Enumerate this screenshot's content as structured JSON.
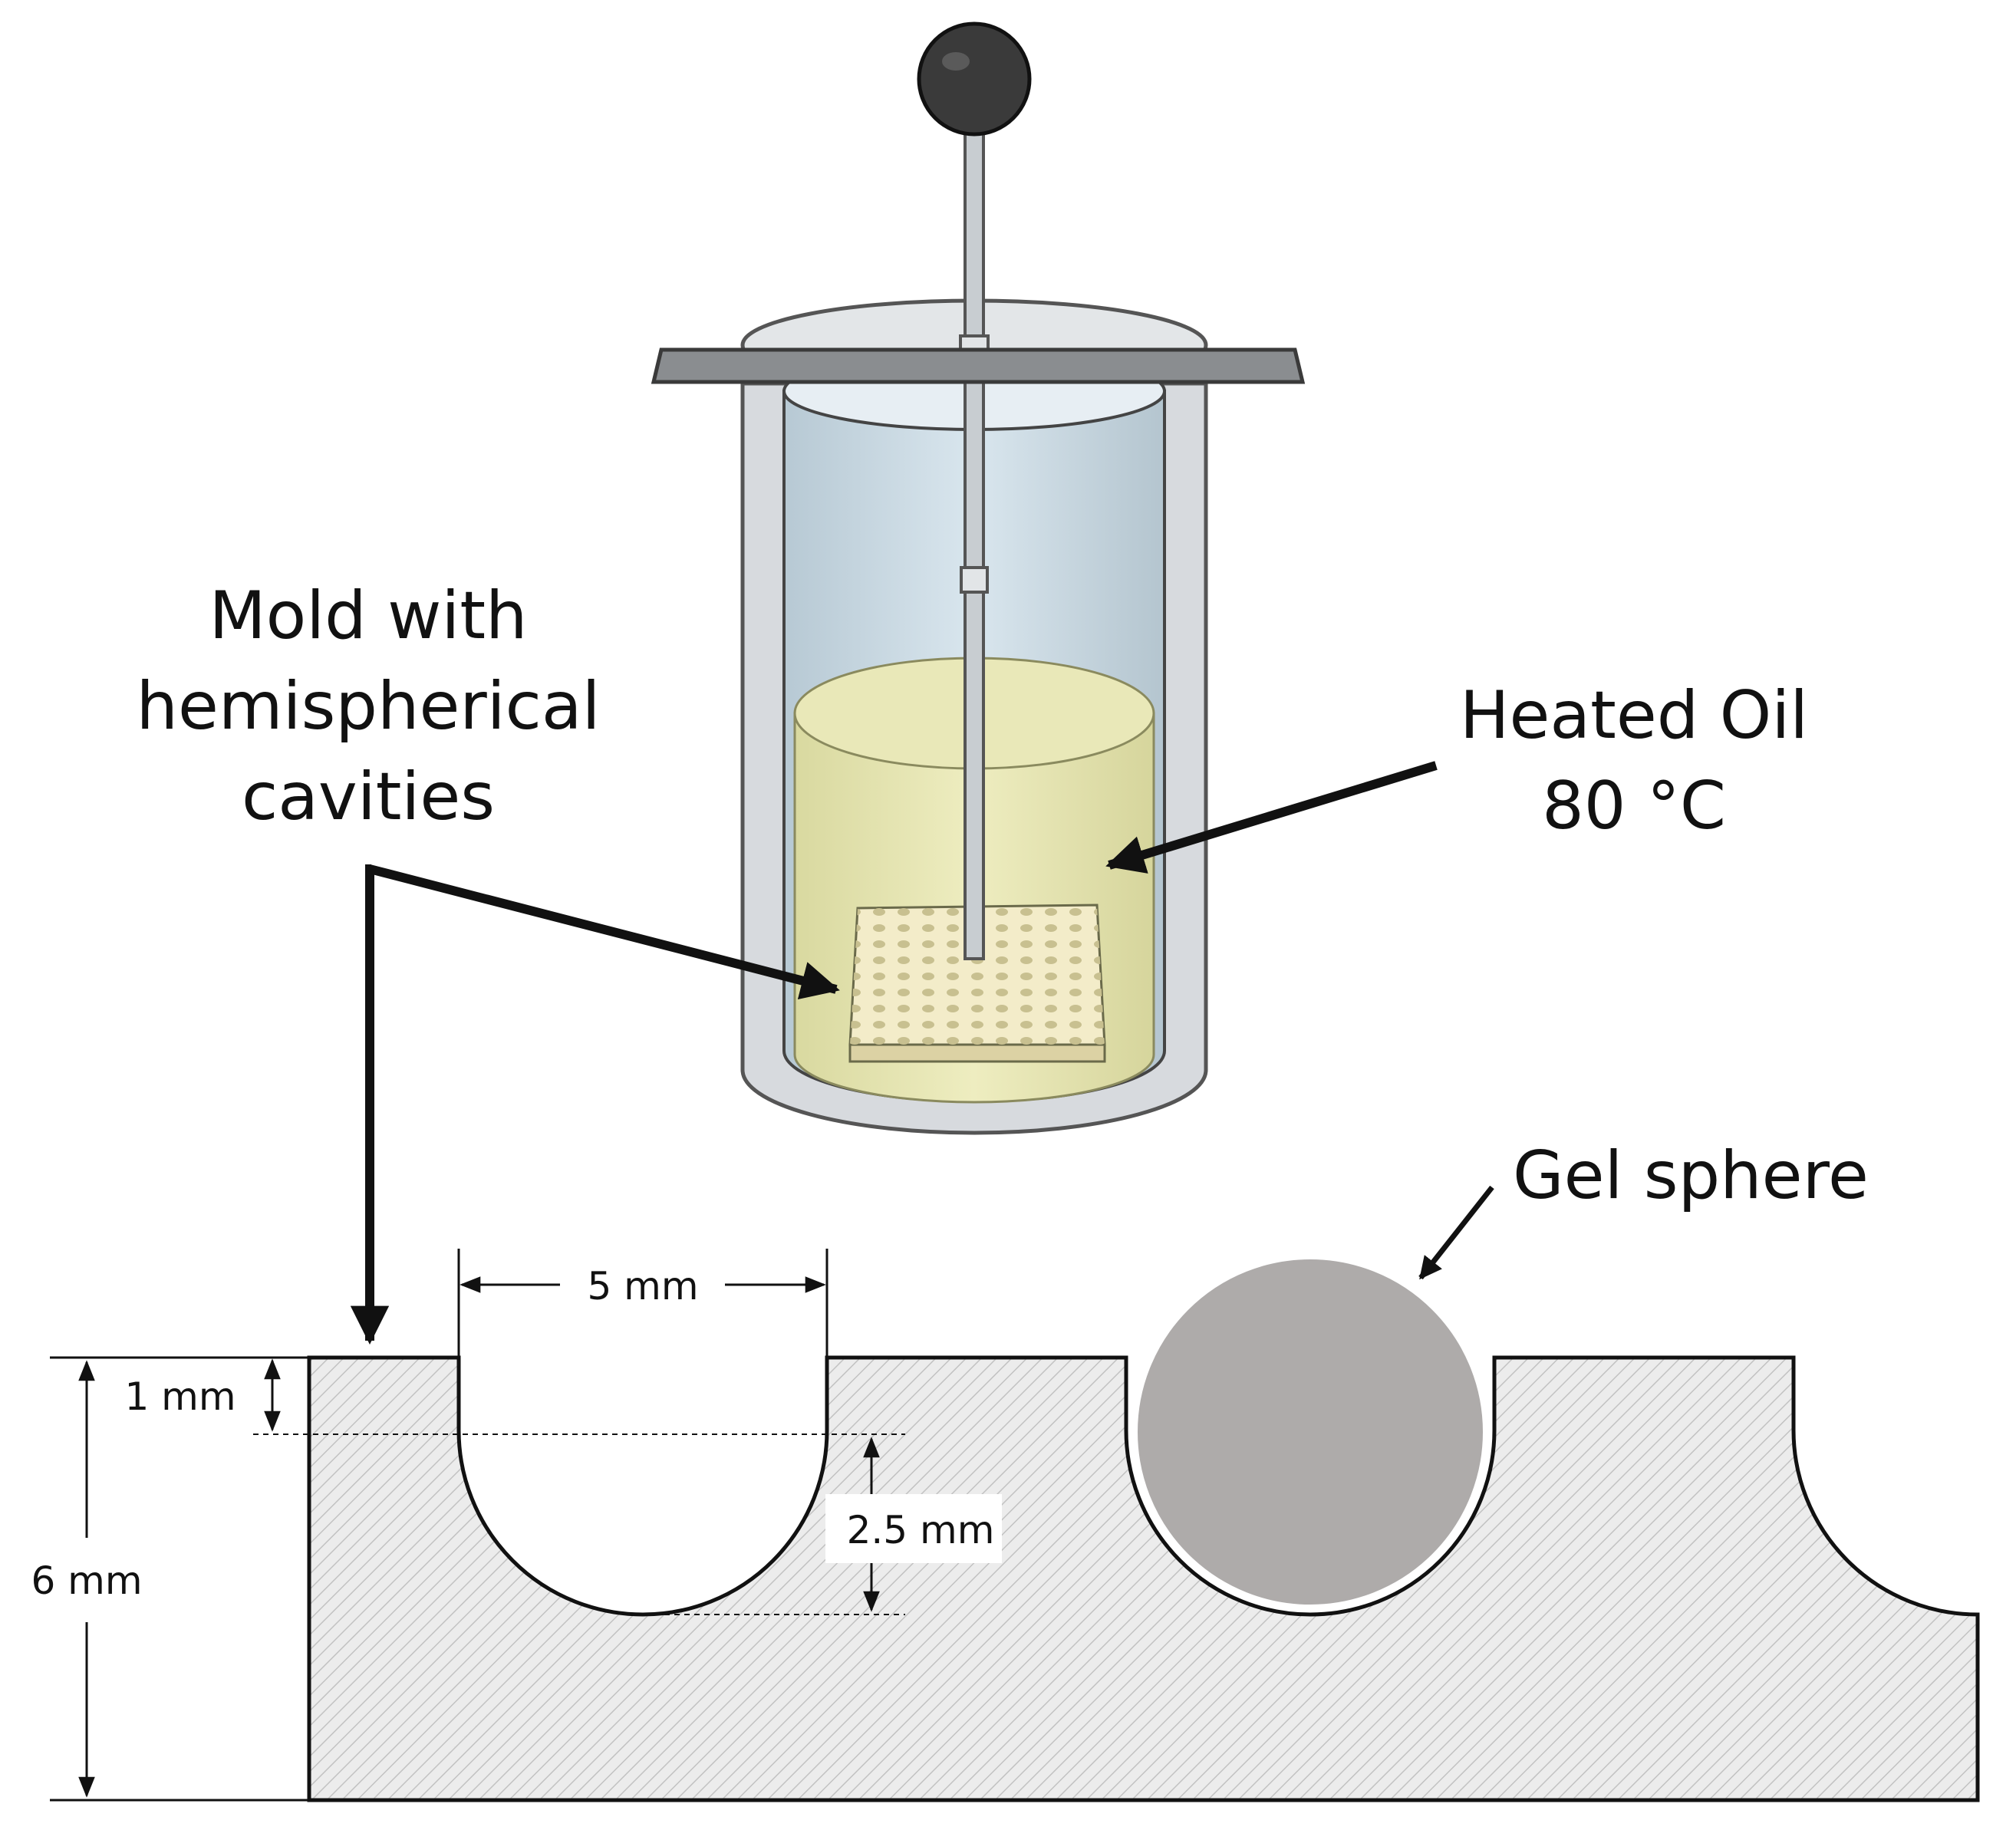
{
  "callouts": {
    "mold": [
      "Mold with",
      "hemispherical",
      "cavities"
    ],
    "oil": [
      "Heated Oil",
      "80 °C"
    ],
    "gel": "Gel sphere"
  },
  "dimensions": {
    "cavity_diameter": "5 mm",
    "top_thickness": "1 mm",
    "cavity_depth": "2.5 mm",
    "total_height": "6 mm"
  },
  "colors": {
    "oil": "#e4e3b0",
    "glass": "#c9d9e3",
    "gel": "#aeabaa",
    "mold_top": "#f4ecc8",
    "hatch": "#c7c7c7"
  }
}
